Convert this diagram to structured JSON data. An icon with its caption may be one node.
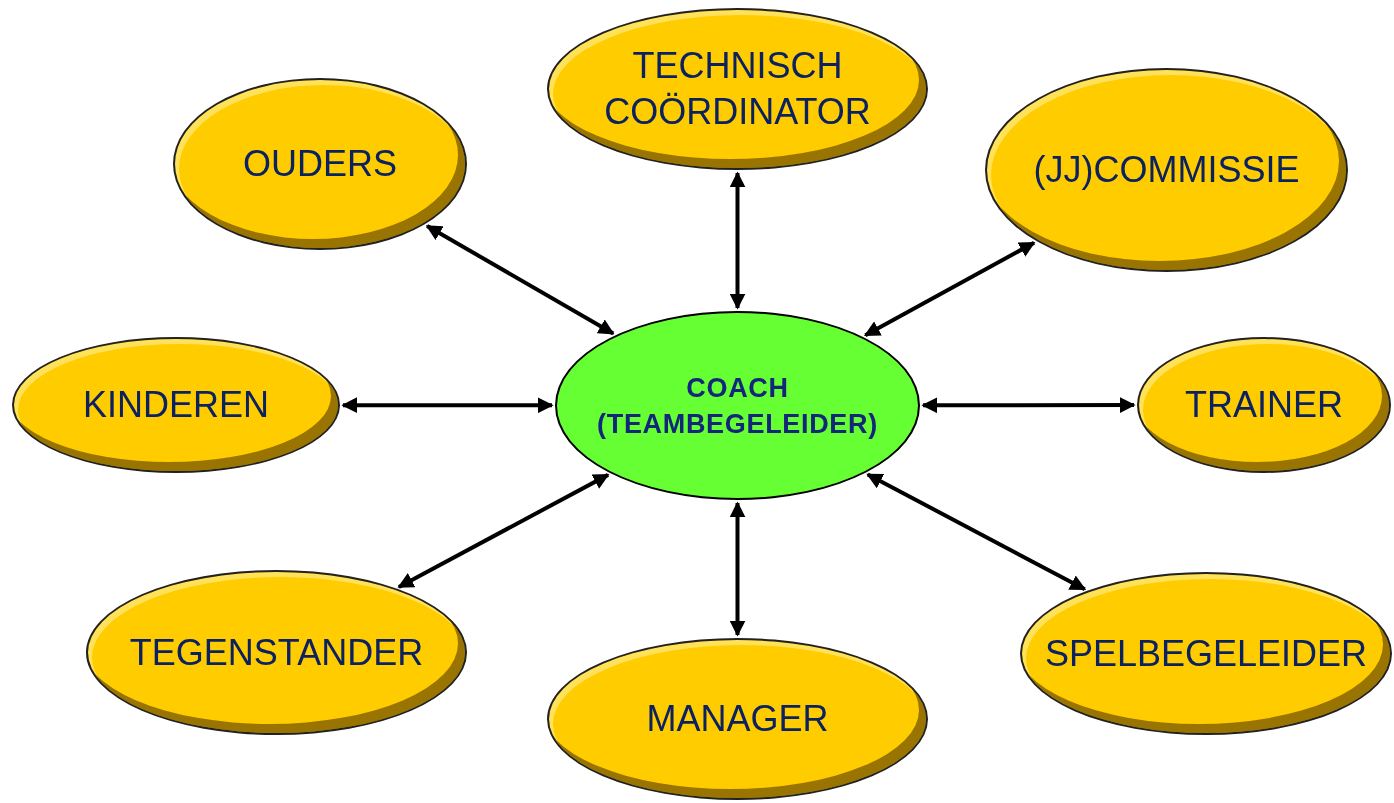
{
  "diagram": {
    "nodes": [
      {
        "text": [
          "TECHNISCH COÖRDINATOR"
        ]
      },
      {
        "text": [
          "OUDERS"
        ]
      },
      {
        "text": [
          "(JJ)COMMISSIE"
        ]
      },
      {
        "text": [
          "KINDEREN"
        ]
      },
      {
        "text": [
          "COACH (TEAMBEGELEIDER)"
        ]
      },
      {
        "text": [
          "TRAINER"
        ]
      },
      {
        "text": [
          "TEGENSTANDER"
        ]
      },
      {
        "text": [
          "MANAGER"
        ]
      },
      {
        "text": [
          "SPELBEGELEIDER"
        ]
      }
    ],
    "edges": [
      {
        "from": 4,
        "to": 0,
        "arrow": "both"
      },
      {
        "from": 4,
        "to": 1,
        "arrow": "both"
      },
      {
        "from": 4,
        "to": 2,
        "arrow": "both"
      },
      {
        "from": 4,
        "to": 3,
        "arrow": "both"
      },
      {
        "from": 4,
        "to": 5,
        "arrow": "both"
      },
      {
        "from": 4,
        "to": 6,
        "arrow": "both"
      },
      {
        "from": 4,
        "to": 7,
        "arrow": "both"
      },
      {
        "from": 4,
        "to": 8,
        "arrow": "both"
      }
    ]
  }
}
